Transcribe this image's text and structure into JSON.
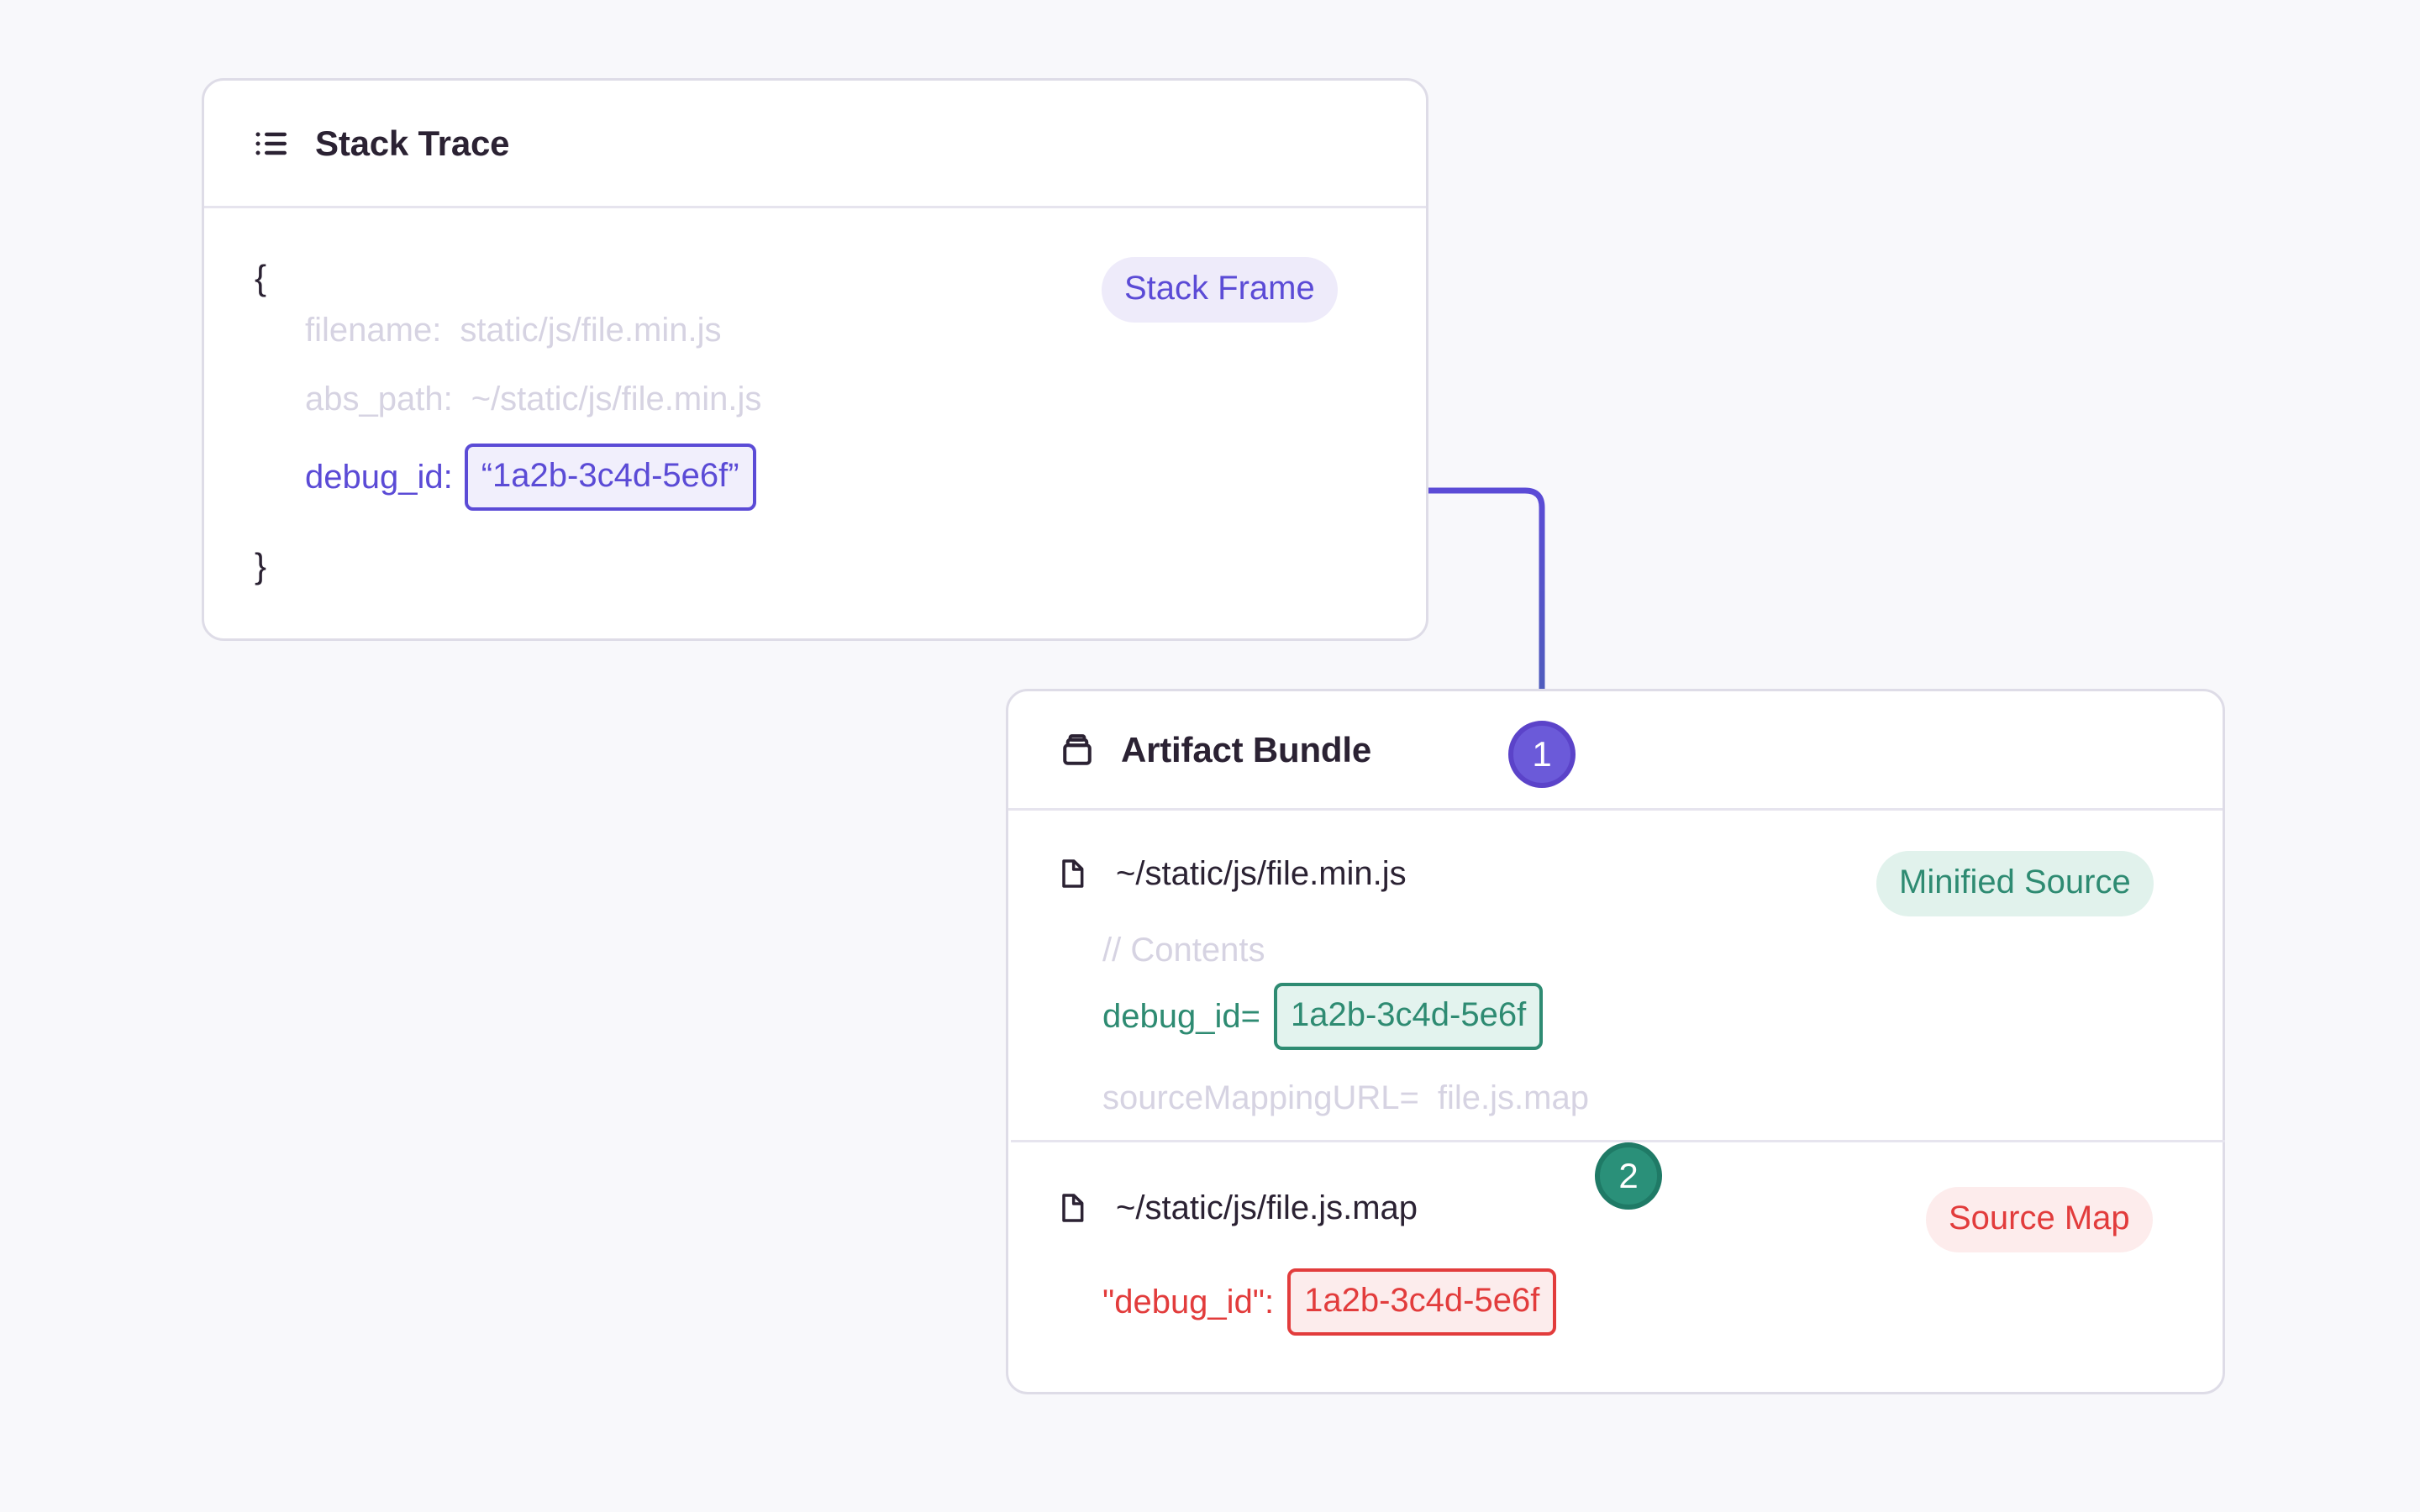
{
  "canvas": {
    "background": "#F8F8FB"
  },
  "colors": {
    "purple": "#5B4BD6",
    "green": "#2E8B72",
    "red": "#E23C3C",
    "dim": "#D6D3E2",
    "card_border": "#DEDCE7",
    "text_dark": "#2B2233"
  },
  "stack_trace_card": {
    "title": "Stack Trace",
    "icon": "list-icon",
    "pill": {
      "label": "Stack Frame",
      "color": "#5B4BD6"
    },
    "open_brace": "{",
    "close_brace": "}",
    "rows": [
      {
        "key": "filename:",
        "value": "static/js/file.min.js",
        "state": "dim"
      },
      {
        "key": "abs_path:",
        "value": "~/static/js/file.min.js",
        "state": "dim"
      },
      {
        "key": "debug_id:",
        "value": "“1a2b-3c4d-5e6f”",
        "state": "highlight-purple"
      }
    ]
  },
  "artifact_bundle_card": {
    "title": "Artifact Bundle",
    "icon": "archive-box-icon",
    "files": [
      {
        "icon": "file-icon",
        "path": "~/static/js/file.min.js",
        "pill": {
          "label": "Minified Source",
          "color": "#2E8B72"
        },
        "lines": [
          {
            "text": "// Contents",
            "state": "dim"
          },
          {
            "key": "debug_id=",
            "value": "1a2b-3c4d-5e6f",
            "state": "highlight-green"
          },
          {
            "key": "sourceMappingURL=",
            "value": "file.js.map",
            "state": "dim"
          }
        ]
      },
      {
        "icon": "file-icon",
        "path": "~/static/js/file.js.map",
        "pill": {
          "label": "Source Map",
          "color": "#E23C3C"
        },
        "lines": [
          {
            "key": "\"debug_id\":",
            "value": "1a2b-3c4d-5e6f",
            "state": "highlight-red"
          }
        ]
      }
    ]
  },
  "steps": [
    {
      "number": "1",
      "color": "#6B5AD9"
    },
    {
      "number": "2",
      "color": "#2A9079"
    }
  ]
}
